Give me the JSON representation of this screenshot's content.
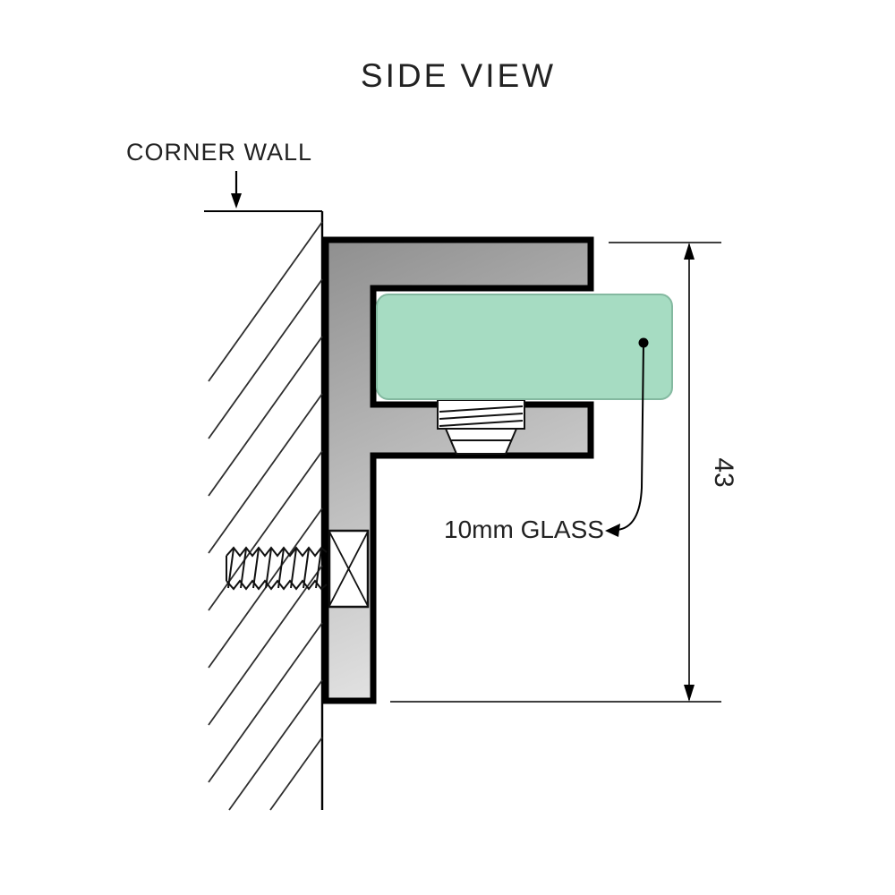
{
  "title": "SIDE VIEW",
  "annotations": {
    "corner_wall_label": "CORNER WALL",
    "glass_label": "10mm GLASS",
    "dimension_value": "43"
  },
  "colors": {
    "glass_fill": "#a6dcc2",
    "glass_stroke": "#84b9a0",
    "bracket_dark": "#8f8f8f",
    "bracket_light": "#e3e3e3",
    "outline": "#000000",
    "title_text": "#4f4f4f",
    "label_text": "#262626"
  }
}
